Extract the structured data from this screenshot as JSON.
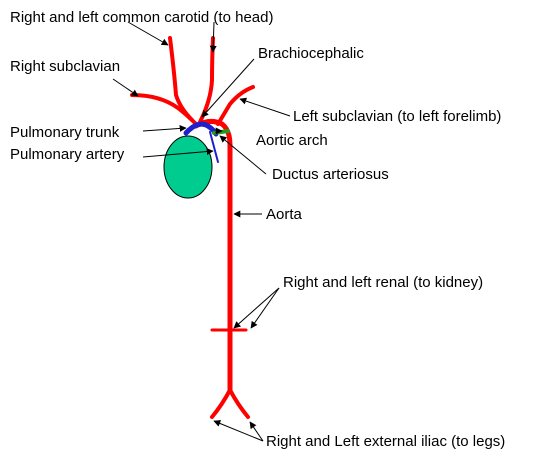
{
  "colors": {
    "artery": "#ff0000",
    "pulmonary": "#1f1fcc",
    "ductus": "#1f9a1f",
    "heart": "#00cc8f",
    "pointer": "#000000"
  },
  "labels": {
    "carotid": "Right and left common carotid (to head)",
    "brachiocephalic": "Brachiocephalic",
    "right_subclavian": "Right subclavian",
    "left_subclavian": "Left subclavian (to left forelimb)",
    "pulmonary_trunk": "Pulmonary trunk",
    "aortic_arch": "Aortic arch",
    "pulmonary_artery": "Pulmonary artery",
    "ductus_arteriosus": "Ductus arteriosus",
    "aorta": "Aorta",
    "renal": "Right and left renal (to kidney)",
    "iliac": "Right and Left external iliac (to legs)"
  }
}
